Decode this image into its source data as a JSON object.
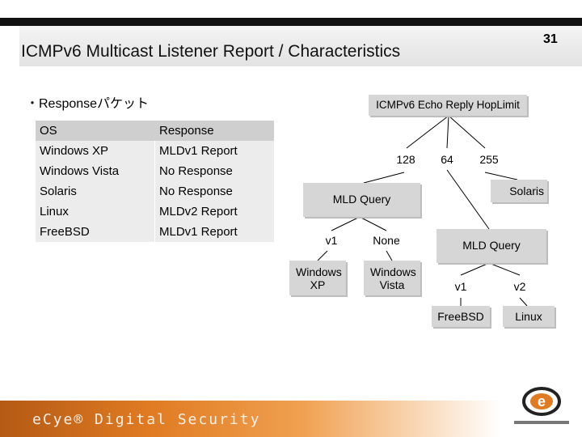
{
  "slide": {
    "title": "ICMPv6 Multicast Listener Report / Characteristics",
    "page_number": "31",
    "bullet": "・Responseパケット"
  },
  "table": {
    "header": [
      "OS",
      "Response"
    ],
    "rows": [
      [
        "Windows XP",
        "MLDv1 Report"
      ],
      [
        "Windows Vista",
        "No Response"
      ],
      [
        "Solaris",
        "No Response"
      ],
      [
        "Linux",
        "MLDv2 Report"
      ],
      [
        "FreeBSD",
        "MLDv1 Report"
      ]
    ]
  },
  "tree": {
    "root": "ICMPv6 Echo Reply HopLimit",
    "hop_128": "128",
    "hop_64": "64",
    "hop_255": "255",
    "mld_query_left": "MLD Query",
    "solaris": "Solaris",
    "v1_left": "v1",
    "none": "None",
    "mld_query_right": "MLD Query",
    "windows_xp": "Windows XP",
    "windows_vista": "Windows Vista",
    "v1_right": "v1",
    "v2_right": "v2",
    "freebsd": "FreeBSD",
    "linux": "Linux"
  },
  "footer": {
    "brand": "eCye® Digital Security"
  }
}
